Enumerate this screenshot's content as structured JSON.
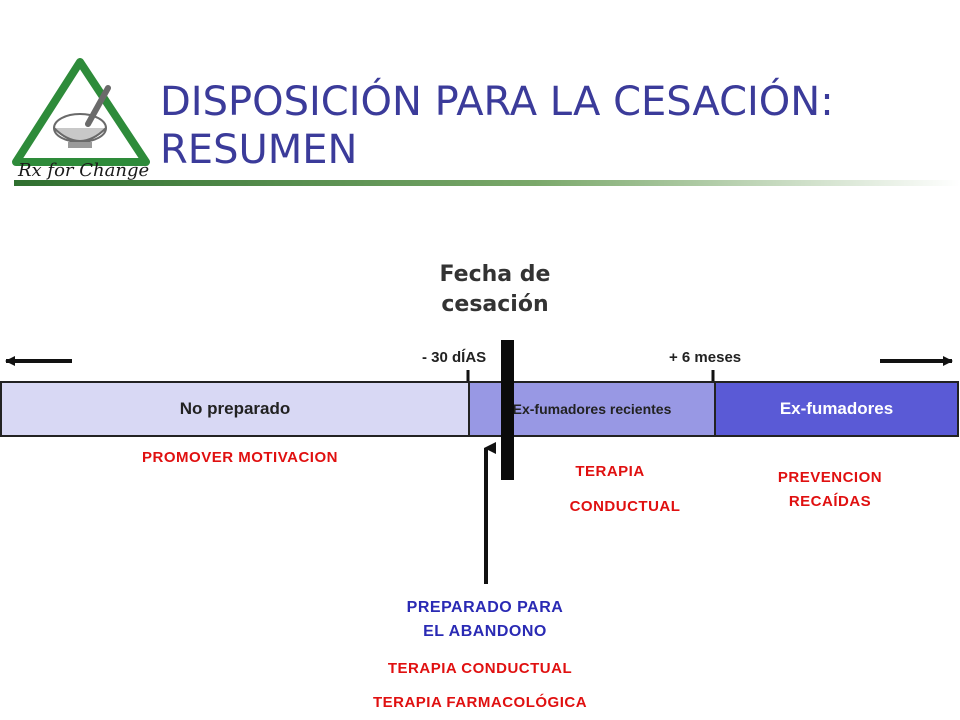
{
  "logo": {
    "text": "Rx for Change"
  },
  "title": {
    "line1": "DISPOSICIÓN PARA LA CESACIÓN:",
    "line2": "RESUMEN"
  },
  "cessation": {
    "line1": "Fecha de",
    "line2": "cesación"
  },
  "ticks": {
    "minus30": "- 30 dÍAS",
    "plus6": "+ 6 meses"
  },
  "stages": {
    "not_ready": "No preparado",
    "recent": "Ex-fumadores recientes",
    "former": "Ex-fumadores"
  },
  "labels": {
    "promote": "PROMOVER  MOTIVACION",
    "therapy_line1": "TERAPIA",
    "therapy_line2": "CONDUCTUAL",
    "prevention_line1": "PREVENCION",
    "prevention_line2": "RECAÍDAS",
    "prepared_line1": "PREPARADO PARA",
    "prepared_line2": "EL ABANDONO",
    "behavioral_therapy": "TERAPIA CONDUCTUAL",
    "pharma_therapy": "TERAPIA FARMACOLÓGICA"
  },
  "colors": {
    "title": "#3b3b9a",
    "stage_not_ready": "#d8d8f4",
    "stage_recent": "#9898e4",
    "stage_former": "#5a5ad6",
    "emphasis_red": "#e01010",
    "emphasis_blue": "#2a2ab4"
  }
}
